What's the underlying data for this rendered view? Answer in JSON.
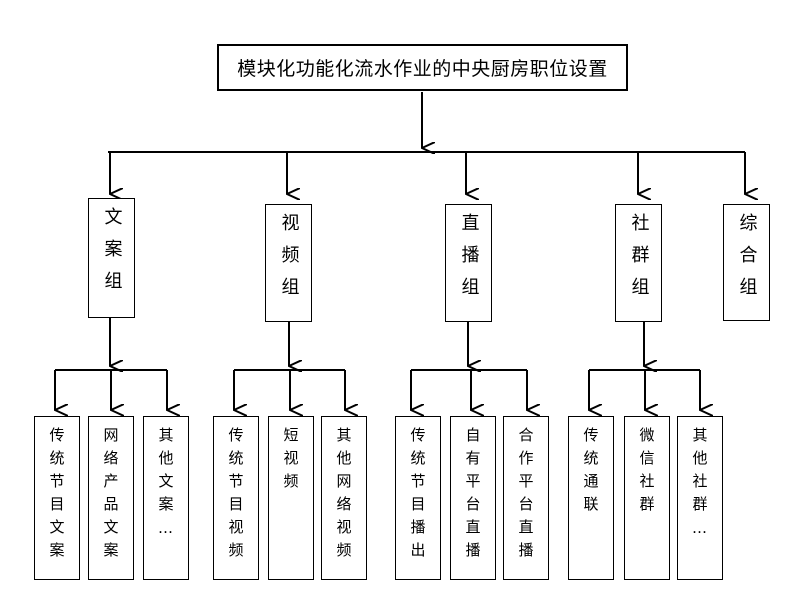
{
  "title": "模块化功能化流水作业的中央厨房职位设置",
  "groups": [
    {
      "label": "文案组",
      "children": [
        "传统节目文案",
        "网络产品文案",
        "其他文案…"
      ]
    },
    {
      "label": "视频组",
      "children": [
        "传统节目视频",
        "短视频",
        "其他网络视频"
      ]
    },
    {
      "label": "直播组",
      "children": [
        "传统节目播出",
        "自有平台直播",
        "合作平台直播"
      ]
    },
    {
      "label": "社群组",
      "children": [
        "传统通联",
        "微信社群",
        "其他社群…"
      ]
    },
    {
      "label": "综合组",
      "children": []
    }
  ]
}
